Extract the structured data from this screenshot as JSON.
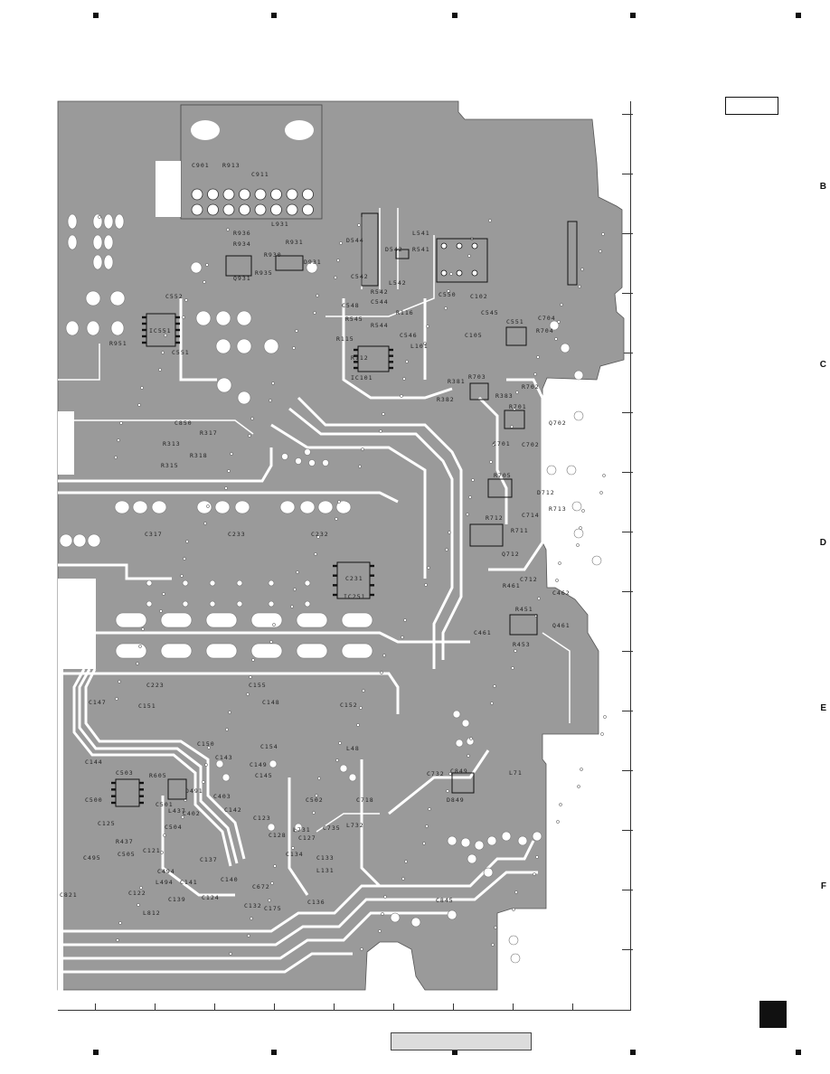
{
  "margin_letters": [
    "B",
    "C",
    "D",
    "E",
    "F"
  ],
  "components": [
    "C901",
    "R913",
    "C911",
    "L931",
    "R936",
    "R934",
    "R931",
    "R930",
    "D931",
    "Q931",
    "R935",
    "C552",
    "IC551",
    "C551",
    "R951",
    "D544",
    "D542",
    "C542",
    "L542",
    "R542",
    "R541",
    "L541",
    "C544",
    "R544",
    "C548",
    "R545",
    "R115",
    "R116",
    "C546",
    "L101",
    "R112",
    "IC101",
    "C105",
    "C102",
    "C550",
    "C545",
    "C551",
    "C704",
    "R704",
    "R703",
    "R381",
    "R382",
    "R383",
    "R702",
    "R701",
    "Q702",
    "C701",
    "C702",
    "R705",
    "D712",
    "R713",
    "C714",
    "R711",
    "R712",
    "Q712",
    "C712",
    "R461",
    "C462",
    "R451",
    "Q461",
    "R453",
    "C461",
    "C850",
    "R313",
    "R317",
    "R315",
    "R318",
    "C317",
    "C233",
    "C232",
    "C231",
    "IC251",
    "C223",
    "C155",
    "C147",
    "C151",
    "C148",
    "C152",
    "C150",
    "C154",
    "C143",
    "C149",
    "C145",
    "L48",
    "C144",
    "C503",
    "R605",
    "D491",
    "C500",
    "C501",
    "C402",
    "C403",
    "C142",
    "C123",
    "C125",
    "C504",
    "L437",
    "R437",
    "C505",
    "C502",
    "C718",
    "C735",
    "L732",
    "L731",
    "C128",
    "C127",
    "C133",
    "C134",
    "L131",
    "C137",
    "C121",
    "C494",
    "C495",
    "L494",
    "C141",
    "C139",
    "C140",
    "C124",
    "C122",
    "L812",
    "C672",
    "C175",
    "C132",
    "C136",
    "C732",
    "C849",
    "D849",
    "C845",
    "C821",
    "L71"
  ]
}
